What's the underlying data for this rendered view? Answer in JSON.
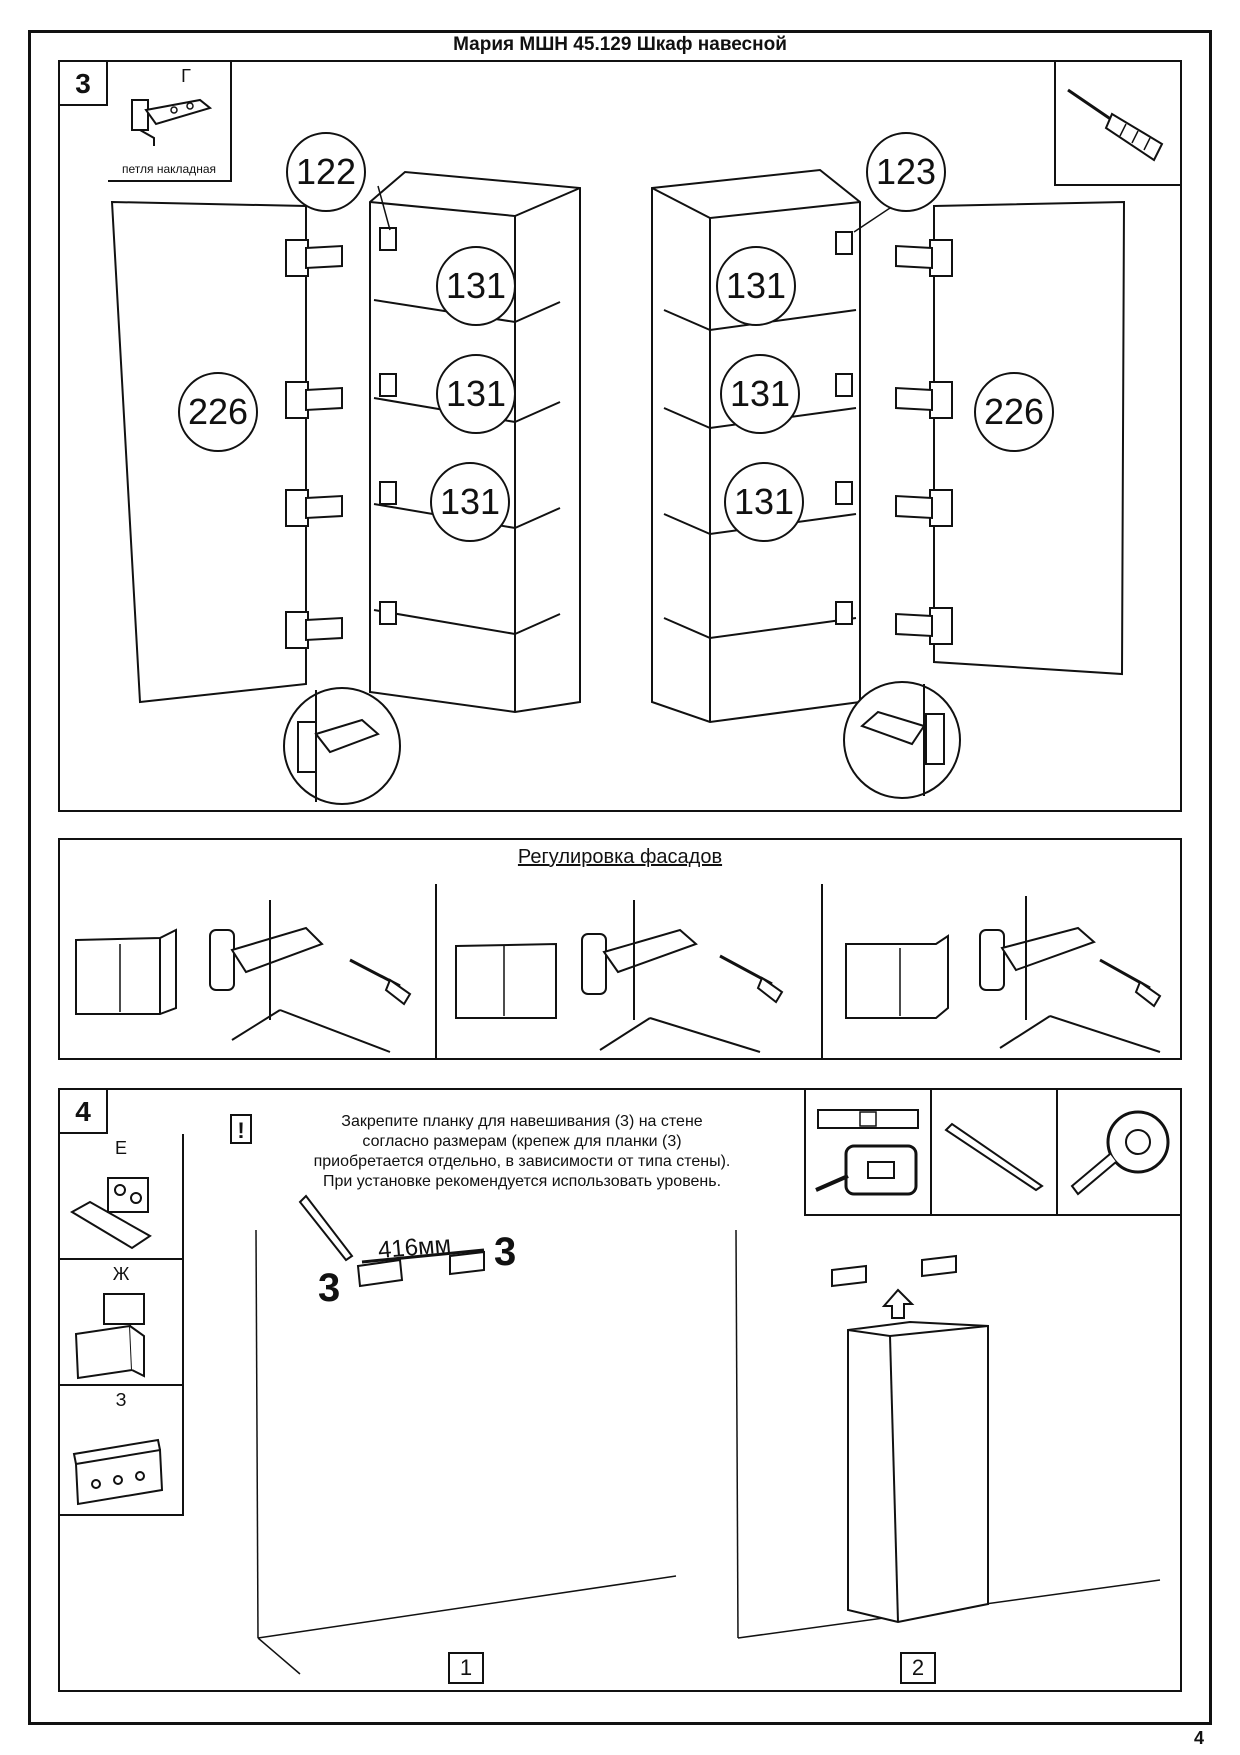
{
  "document": {
    "title": "Мария МШН 45.129 Шкаф навесной",
    "page_number": "4"
  },
  "step3": {
    "number": "3",
    "part": {
      "letter": "Г",
      "caption": "петля накладная"
    },
    "callouts": {
      "left_side": "122",
      "right_side": "123",
      "shelf": "131",
      "door": "226"
    },
    "tool_icon": "screwdriver-icon"
  },
  "adjustment": {
    "title": "Регулировка фасадов"
  },
  "step4": {
    "number": "4",
    "parts": [
      {
        "letter": "Е"
      },
      {
        "letter": "Ж"
      },
      {
        "letter": "З"
      }
    ],
    "warning_mark": "!",
    "note_lines": [
      "Закрепите  планку для навешивания (3) на стене",
      "согласно размерам (крепеж для планки (3)",
      "приобретается отдельно, в зависимости от типа стены).",
      "При установке рекомендуется использовать уровень."
    ],
    "distance": "416мм",
    "bracket_label": "3",
    "sub_steps": [
      "1",
      "2"
    ],
    "tool_icons": [
      "level-icon",
      "pencil-icon",
      "tape-measure-icon"
    ]
  }
}
